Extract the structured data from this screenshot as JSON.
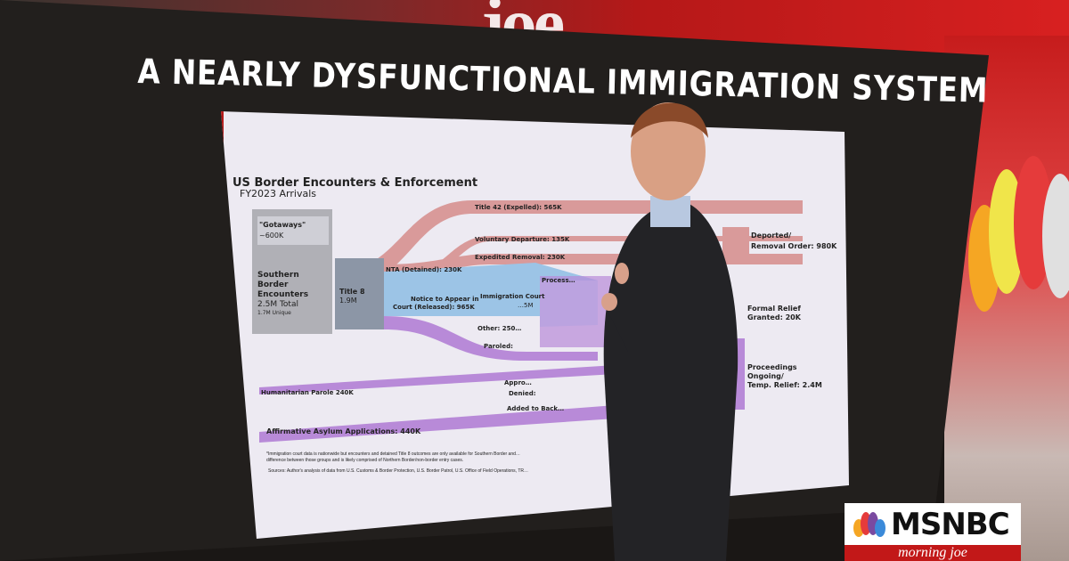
{
  "studio": {
    "show_logo": "joe",
    "network": "MSNBC",
    "show": "morning joe"
  },
  "headline": "A NEARLY DYSFUNCTIONAL IMMIGRATION SYSTEM",
  "diagram": {
    "title": "US Border Encounters & Enforcement",
    "subtitle": "FY2023 Arrivals",
    "nodes": {
      "gotaways": [
        "\"Gotaways\"",
        "~600K"
      ],
      "southern": [
        "Southern",
        "Border",
        "Encounters",
        "2.5M Total",
        "1.7M Unique"
      ],
      "title8": [
        "Title 8",
        "1.9M"
      ],
      "title42": "Title 42 (Expelled): 565K",
      "voluntary": "Voluntary Departure: 135K",
      "expedited": "Expedited Removal: 230K",
      "nta_detained": "NTA (Detained): 230K",
      "nta_released": [
        "Notice to Appear in",
        "Court (Released): 965K"
      ],
      "immigration_court": [
        "Immigration Court",
        "…5M"
      ],
      "process": "Process…",
      "other": "Other: 250…",
      "paroled": "Paroled:",
      "humanitarian": "Humanitarian Parole 240K",
      "approved": "Appro…",
      "denied": "Denied:",
      "backlog": "Added to Back…",
      "asylum": "Affirmative Asylum Applications: 440K",
      "deported": [
        "Deported/",
        "Removal Order: 980K"
      ],
      "relief": [
        "Formal Relief",
        "Granted: 20K"
      ],
      "ongoing": [
        "Proceedings",
        "Ongoing/",
        "Temp. Relief: 2.4M"
      ]
    },
    "footnote": [
      "*Immigration court data is nationwide but encounters and detained Title 8 outcomes are only available for Southern Border and…",
      "difference between those groups and is likely comprised of Northern Border/non-border entry cases."
    ],
    "sources": "Sources: Author's analysis of data from U.S. Customs & Border Protection, U.S. Border Patrol, U.S. Office of Field Operations, TR…",
    "colors": {
      "removal": "#d99a9a",
      "court": "#9cc4e6",
      "relief": "#b88ad8",
      "node": "#8c8c94"
    }
  }
}
